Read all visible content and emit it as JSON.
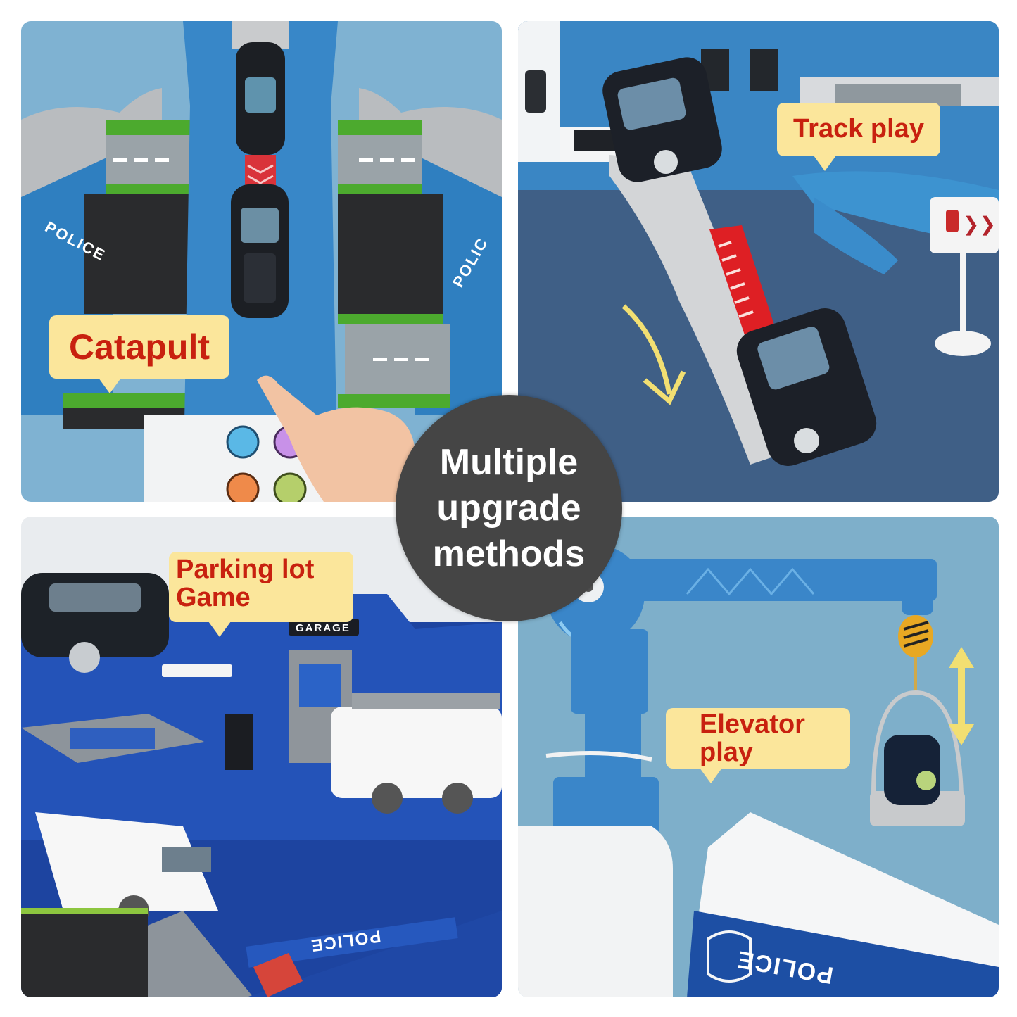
{
  "center_badge": {
    "lines": [
      "Multiple",
      "upgrade",
      "methods"
    ],
    "bg_color": "#454545",
    "text_color": "#ffffff"
  },
  "panels": [
    {
      "id": "catapult",
      "label": "Catapult",
      "position": "top-left",
      "scene": "Top-down view of police airplane playset; two black police cars on central blue launch track with red chevron strip; gray roads with dashed lines and green hedges; hand pressing 4-button launcher",
      "buttons": [
        {
          "color": "#5ab8e6",
          "name": "blue"
        },
        {
          "color": "#c891e8",
          "name": "purple"
        },
        {
          "color": "#ef8a4a",
          "name": "orange"
        },
        {
          "color": "#b5cf6b",
          "name": "green"
        }
      ],
      "toy_text": [
        "POLICE",
        "POLIC"
      ]
    },
    {
      "id": "track-play",
      "label": "Track play",
      "position": "top-right",
      "scene": "Black SUV police cars rolling down a curved gray ramp with red chevron strip; yellow curved arrow pointing down; gas station road sign",
      "sign": {
        "icon": "fuel-pump",
        "arrows": "❯❯"
      },
      "arrow_color": "#f4e27a"
    },
    {
      "id": "parking-lot-game",
      "label_lines": [
        "Parking lot",
        "Game"
      ],
      "position": "bottom-left",
      "scene": "Blue police garage building with gray parking platforms, white police vans and black SUV on tracks",
      "toy_text": [
        "POLICE",
        "GARAGE"
      ]
    },
    {
      "id": "elevator-play",
      "label_lines": [
        "Elevator",
        "play"
      ],
      "position": "bottom-right",
      "scene": "Blue crane arm with yellow hook holding a gray cage elevator carrying a black police car; yellow vertical double arrow",
      "arrow_color": "#f4e27a",
      "toy_text": [
        "POLICE"
      ]
    }
  ],
  "colors": {
    "callout_bg": "#fbe69b",
    "callout_text": "#c8210f"
  }
}
